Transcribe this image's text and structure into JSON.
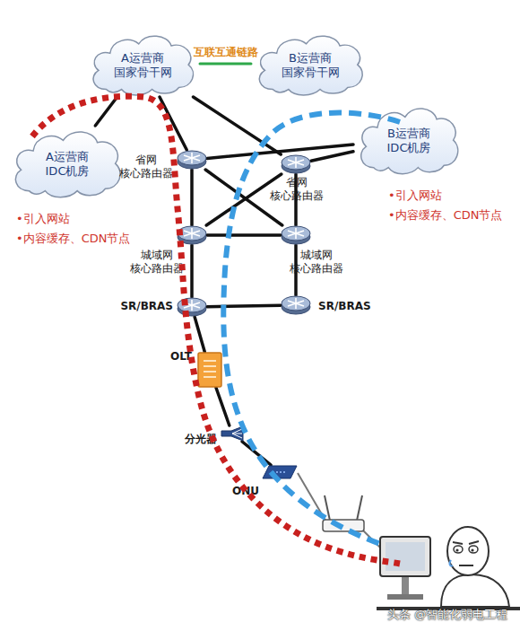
{
  "diagram": {
    "nodes": [
      {
        "text": [
          "A运营商 国家骨干网"
        ]
      },
      {
        "text": [
          "B运营商 国家骨干网"
        ]
      },
      {
        "text": [
          "A运营商 IDC机房"
        ]
      },
      {
        "text": [
          "B运营商 IDC机房"
        ]
      },
      {
        "text": [
          "省网 核心路由器"
        ]
      },
      {
        "text": [
          "省网 核心路由器"
        ]
      },
      {
        "text": [
          "城域网 核心路由器"
        ]
      },
      {
        "text": [
          "城域网 核心路由器"
        ]
      },
      {
        "text": [
          "SR/BRAS"
        ]
      },
      {
        "text": [
          "SR/BRAS"
        ]
      },
      {
        "text": [
          "OLT"
        ]
      },
      {
        "text": [
          "分光器"
        ]
      },
      {
        "text": [
          "ONU"
        ]
      }
    ],
    "edges": [
      {
        "from": 0,
        "to": 1,
        "label": "互联互通链路",
        "arrow": "none"
      },
      {
        "from": 0,
        "to": 2,
        "arrow": "none"
      },
      {
        "from": 0,
        "to": 4,
        "arrow": "none"
      },
      {
        "from": 0,
        "to": 5,
        "arrow": "none"
      },
      {
        "from": 4,
        "to": 3,
        "arrow": "none"
      },
      {
        "from": 5,
        "to": 3,
        "arrow": "none"
      },
      {
        "from": 4,
        "to": 6,
        "arrow": "none"
      },
      {
        "from": 4,
        "to": 7,
        "arrow": "none"
      },
      {
        "from": 5,
        "to": 6,
        "arrow": "none"
      },
      {
        "from": 5,
        "to": 7,
        "arrow": "none"
      },
      {
        "from": 6,
        "to": 7,
        "arrow": "none"
      },
      {
        "from": 6,
        "to": 8,
        "arrow": "none"
      },
      {
        "from": 7,
        "to": 9,
        "arrow": "none"
      },
      {
        "from": 8,
        "to": 9,
        "arrow": "none"
      },
      {
        "from": 8,
        "to": 10,
        "arrow": "none"
      },
      {
        "from": 10,
        "to": 11,
        "arrow": "none"
      },
      {
        "from": 11,
        "to": 12,
        "arrow": "none"
      }
    ],
    "labels": [
      "•引入网站",
      "•内容缓存、CDN节点",
      "•引入网站",
      "•内容缓存、CDN节点",
      "头条 @智能化弱电工程"
    ]
  }
}
